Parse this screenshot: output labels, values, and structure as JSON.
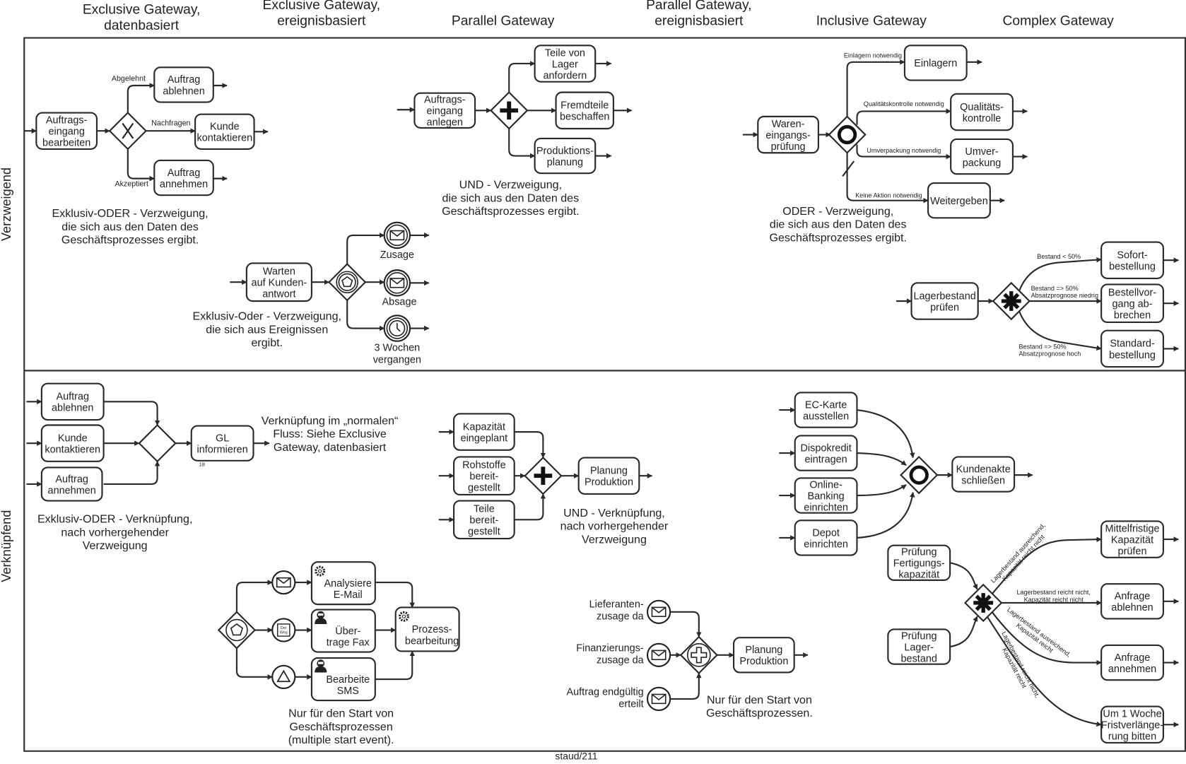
{
  "headers": [
    {
      "lines": [
        "Exclusive Gateway,",
        "datenbasiert"
      ]
    },
    {
      "lines": [
        "Exclusive Gateway,",
        "ereignisbasiert"
      ]
    },
    {
      "lines": [
        "Parallel Gateway"
      ]
    },
    {
      "lines": [
        "Parallel Gateway,",
        "ereignisbasiert"
      ]
    },
    {
      "lines": [
        "Inclusive Gateway"
      ]
    },
    {
      "lines": [
        "Complex Gateway"
      ]
    }
  ],
  "lanes": {
    "top": "Verzweigend",
    "bottom": "Verknüpfend"
  },
  "footer": "staud/211",
  "tasks": {
    "t1": {
      "lines": [
        "Auftrags-",
        "eingang",
        "bearbeiten"
      ]
    },
    "t2": {
      "lines": [
        "Auftrag",
        "ablehnen"
      ]
    },
    "t3": {
      "lines": [
        "Kunde",
        "kontaktieren"
      ]
    },
    "t4": {
      "lines": [
        "Auftrag",
        "annehmen"
      ]
    },
    "t5": {
      "lines": [
        "Warten",
        "auf Kunden-",
        "antwort"
      ]
    },
    "t6": {
      "lines": [
        "Auftrags-",
        "eingang",
        "anlegen"
      ]
    },
    "t7": {
      "lines": [
        "Teile von",
        "Lager",
        "anfordern"
      ]
    },
    "t8": {
      "lines": [
        "Fremdteile",
        "beschaffen"
      ]
    },
    "t9": {
      "lines": [
        "Produktions-",
        "planung"
      ]
    },
    "t10": {
      "lines": [
        "Waren-",
        "eingangs-",
        "prüfung"
      ]
    },
    "t11": {
      "lines": [
        "Einlagern"
      ]
    },
    "t12": {
      "lines": [
        "Qualitäts-",
        "kontrolle"
      ]
    },
    "t13": {
      "lines": [
        "Umver-",
        "packung"
      ]
    },
    "t14": {
      "lines": [
        "Weitergeben"
      ]
    },
    "t15": {
      "lines": [
        "Lagerbestand",
        "prüfen"
      ]
    },
    "t16": {
      "lines": [
        "Sofort-",
        "bestellung"
      ]
    },
    "t17": {
      "lines": [
        "Bestellvor-",
        "gang ab-",
        "brechen"
      ]
    },
    "t18": {
      "lines": [
        "Standard-",
        "bestellung"
      ]
    },
    "b1": {
      "lines": [
        "Auftrag",
        "ablehnen"
      ]
    },
    "b2": {
      "lines": [
        "Kunde",
        "kontaktieren"
      ]
    },
    "b3": {
      "lines": [
        "Auftrag",
        "annehmen"
      ]
    },
    "b4": {
      "lines": [
        "GL",
        "informieren"
      ]
    },
    "b5": {
      "lines": [
        "Kapazität",
        "eingeplant"
      ]
    },
    "b6": {
      "lines": [
        "Rohstoffe",
        "bereit-",
        "gestellt"
      ]
    },
    "b7": {
      "lines": [
        "Teile",
        "bereit-",
        "gestellt"
      ]
    },
    "b8": {
      "lines": [
        "Planung",
        "Produktion"
      ]
    },
    "b9": {
      "lines": [
        "Analysiere",
        "E-Mail"
      ],
      "icon": "gear-icon"
    },
    "b10": {
      "lines": [
        "Über-",
        "trage Fax"
      ],
      "icon": "user-icon"
    },
    "b11": {
      "lines": [
        "Bearbeite",
        "SMS"
      ],
      "icon": "user-icon"
    },
    "b12": {
      "lines": [
        "Prozess-",
        "bearbeitung"
      ],
      "icon": "gear-icon"
    },
    "b13": {
      "lines": [
        "Planung",
        "Produktion"
      ]
    },
    "b14": {
      "lines": [
        "EC-Karte",
        "ausstellen"
      ]
    },
    "b15": {
      "lines": [
        "Dispokredit",
        "eintragen"
      ]
    },
    "b16": {
      "lines": [
        "Online-",
        "Banking",
        "einrichten"
      ]
    },
    "b17": {
      "lines": [
        "Depot",
        "einrichten"
      ]
    },
    "b18": {
      "lines": [
        "Kundenakte",
        "schließen"
      ]
    },
    "b19": {
      "lines": [
        "Prüfung",
        "Fertigungs-",
        "kapazität"
      ]
    },
    "b20": {
      "lines": [
        "Prüfung",
        "Lager-",
        "bestand"
      ]
    },
    "b21": {
      "lines": [
        "Mittelfristige",
        "Kapazität",
        "prüfen"
      ]
    },
    "b22": {
      "lines": [
        "Anfrage",
        "ablehnen"
      ]
    },
    "b23": {
      "lines": [
        "Anfrage",
        "annehmen"
      ]
    },
    "b24": {
      "lines": [
        "Um 1 Woche",
        "Fristverlänge-",
        "rung bitten"
      ]
    }
  },
  "task_number": "18",
  "gateways": {
    "g1": {
      "type": "exclusive-data"
    },
    "g2": {
      "type": "exclusive-event"
    },
    "g3": {
      "type": "parallel"
    },
    "g4": {
      "type": "inclusive"
    },
    "g5": {
      "type": "complex"
    },
    "g6": {
      "type": "exclusive-merge"
    },
    "g7": {
      "type": "parallel"
    },
    "g8": {
      "type": "event-start-multiple"
    },
    "g9": {
      "type": "parallel-event"
    },
    "g10": {
      "type": "inclusive"
    },
    "g11": {
      "type": "complex"
    }
  },
  "events": {
    "e1": {
      "type": "message-intermediate",
      "lines": [
        "Zusage"
      ]
    },
    "e2": {
      "type": "message-intermediate",
      "lines": [
        "Absage"
      ]
    },
    "e3": {
      "type": "timer-intermediate",
      "lines": [
        "3 Wochen",
        "vergangen"
      ]
    },
    "e4": {
      "type": "message-start",
      "lines": []
    },
    "e5": {
      "type": "document-start",
      "lines": [],
      "icon_text": [
        "Der",
        "Weg"
      ]
    },
    "e6": {
      "type": "signal-start",
      "lines": []
    },
    "e7": {
      "type": "message-start",
      "lines": [
        "Lieferanten-",
        "zusage da"
      ]
    },
    "e8": {
      "type": "message-start",
      "lines": [
        "Finanzierungs-",
        "zusage da"
      ]
    },
    "e9": {
      "type": "message-start",
      "lines": [
        "Auftrag endgültig",
        "erteilt"
      ]
    }
  },
  "edge_labels": {
    "l1": {
      "lines": [
        "Abgelehnt"
      ]
    },
    "l2": {
      "lines": [
        "Nachfragen"
      ]
    },
    "l3": {
      "lines": [
        "Akzeptiert"
      ]
    },
    "l4": {
      "lines": [
        "Einlagern notwendig"
      ]
    },
    "l5": {
      "lines": [
        "Qualitätskontrolle notwendig"
      ]
    },
    "l6": {
      "lines": [
        "Umverpackung notwendig"
      ]
    },
    "l7": {
      "lines": [
        "Keine Aktion notwendig"
      ]
    },
    "l8": {
      "lines": [
        "Bestand < 50%"
      ]
    },
    "l9": {
      "lines": [
        "Bestand => 50%",
        "Absatzprognose niedrig"
      ]
    },
    "l10": {
      "lines": [
        "Bestand => 50%",
        "Absatzprognose hoch"
      ]
    },
    "l11": {
      "lines": [
        "Lagerbestand ausreichend,",
        "Kapazität reicht nicht"
      ]
    },
    "l12": {
      "lines": [
        "Lagerbestand reicht nicht,",
        "Kapazität reicht nicht"
      ]
    },
    "l13": {
      "lines": [
        "Lagerbestand ausreichend,",
        "Kapazität reicht"
      ]
    },
    "l14": {
      "lines": [
        "Lagerbestand reicht nicht,",
        "Kapazität reicht"
      ]
    }
  },
  "annotations": {
    "a1": {
      "lines": [
        "Exklusiv-ODER - Verzweigung,",
        "die sich aus den Daten des",
        "Geschäftsprozesses ergibt."
      ]
    },
    "a2": {
      "lines": [
        "Exklusiv-Oder - Verzweigung,",
        "die sich aus Ereignissen",
        "ergibt."
      ]
    },
    "a3": {
      "lines": [
        "UND - Verzweigung,",
        "die sich aus den Daten des",
        "Geschäftsprozesses ergibt."
      ]
    },
    "a4": {
      "lines": [
        "ODER - Verzweigung,",
        "die sich aus den Daten des",
        "Geschäftsprozesses ergibt."
      ]
    },
    "a5": {
      "lines": [
        "Verknüpfung im „normalen“",
        "Fluss: Siehe Exclusive",
        "Gateway, datenbasiert"
      ]
    },
    "a6": {
      "lines": [
        "Exklusiv-ODER - Verknüpfung,",
        "nach vorhergehender",
        "Verzweigung"
      ]
    },
    "a7": {
      "lines": [
        "UND - Verknüpfung,",
        "nach vorhergehender",
        "Verzweigung"
      ]
    },
    "a8": {
      "lines": [
        "Nur für den Start von",
        "Geschäftsprozessen",
        "(multiple start event)."
      ]
    },
    "a9": {
      "lines": [
        "Nur für den Start von",
        "Geschäftsprozessen."
      ]
    }
  }
}
